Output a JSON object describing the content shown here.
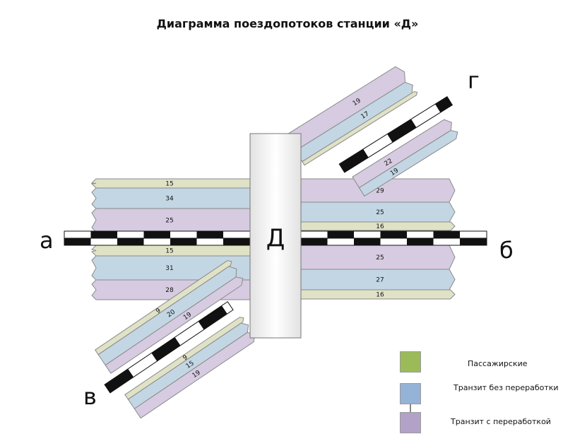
{
  "title": "Диаграмма поездопотоков станции «Д»",
  "station_label": "Д",
  "directions": {
    "a": "а",
    "b": "б",
    "v": "в",
    "g": "г"
  },
  "colors": {
    "passenger": "#e0e2c6",
    "transit_no_processing": "#c3d6e4",
    "transit_with_processing": "#d6cbe0",
    "legend_passenger": "#9bbb59",
    "legend_transit_no_processing": "#95b3d7",
    "legend_transit_with_processing": "#b3a2c7",
    "border": "#8a8a8a"
  },
  "flows": {
    "a_upper": [
      "15",
      "34",
      "25"
    ],
    "a_lower": [
      "15",
      "31",
      "28"
    ],
    "b_upper": [
      "29",
      "25",
      "16"
    ],
    "b_lower": [
      "25",
      "27",
      "16"
    ],
    "g_outer": [
      "19",
      "17"
    ],
    "g_inner": [
      "22",
      "19"
    ],
    "v_outer": [
      "9",
      "20",
      "19"
    ],
    "v_inner": [
      "9",
      "15",
      "19"
    ]
  },
  "legend": [
    {
      "label": "Пассажирские",
      "color_key": "legend_passenger"
    },
    {
      "label": "Транзит без переработки",
      "color_key": "legend_transit_no_processing"
    },
    {
      "label": "Транзит с переработкой",
      "color_key": "legend_transit_with_processing"
    }
  ]
}
